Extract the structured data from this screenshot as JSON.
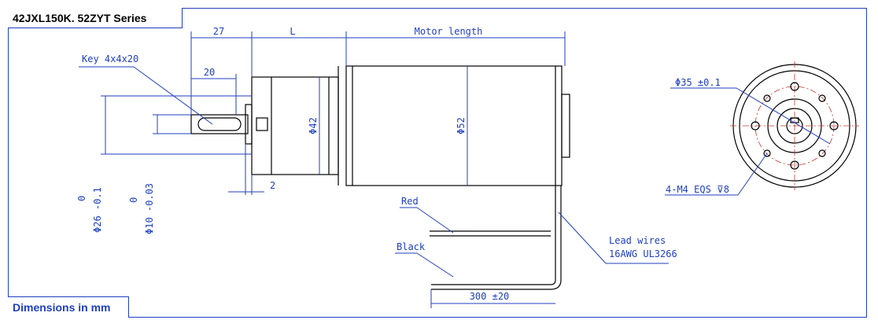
{
  "title": "42JXL150K. 52ZYT Series",
  "units": "Dimensions in mm",
  "dimensions": {
    "d27": "27",
    "dL": "L",
    "motor_length": "Motor length",
    "key": "Key 4x4x20",
    "d20": "20",
    "d2": "2",
    "dia42": "Φ42",
    "dia52": "Φ52",
    "dia26": "Φ26 -0.1",
    "dia26_upper": "0",
    "dia10": "Φ10 -0.03",
    "dia10_upper": "0",
    "dia35": "Φ35 ±0.1",
    "thread": "4-M4 EQS ⊽8",
    "red": "Red",
    "black": "Black",
    "lead_wires_1": "Lead wires",
    "lead_wires_2": "16AWG UL3266",
    "wire_length": "300 ±20"
  },
  "colors": {
    "dimension": "#1f3fbf",
    "outline": "#000000",
    "centerline": "#c0392b"
  }
}
